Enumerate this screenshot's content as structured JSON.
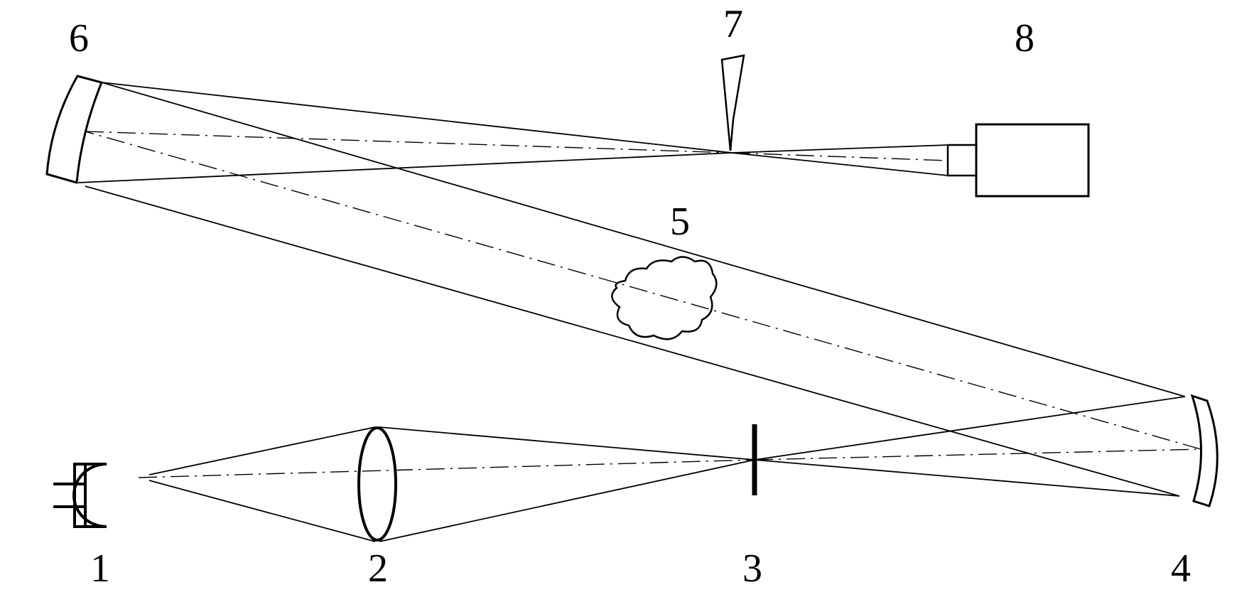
{
  "diagram": {
    "labels": {
      "l1": "1",
      "l2": "2",
      "l3": "3",
      "l4": "4",
      "l5": "5",
      "l6": "6",
      "l7": "7",
      "l8": "8"
    },
    "components": [
      "light-source",
      "condenser-lens",
      "slit",
      "concave-mirror",
      "test-object",
      "concave-mirror",
      "knife-edge",
      "camera"
    ],
    "colors": {
      "line": "#000000",
      "background": "#ffffff"
    }
  }
}
